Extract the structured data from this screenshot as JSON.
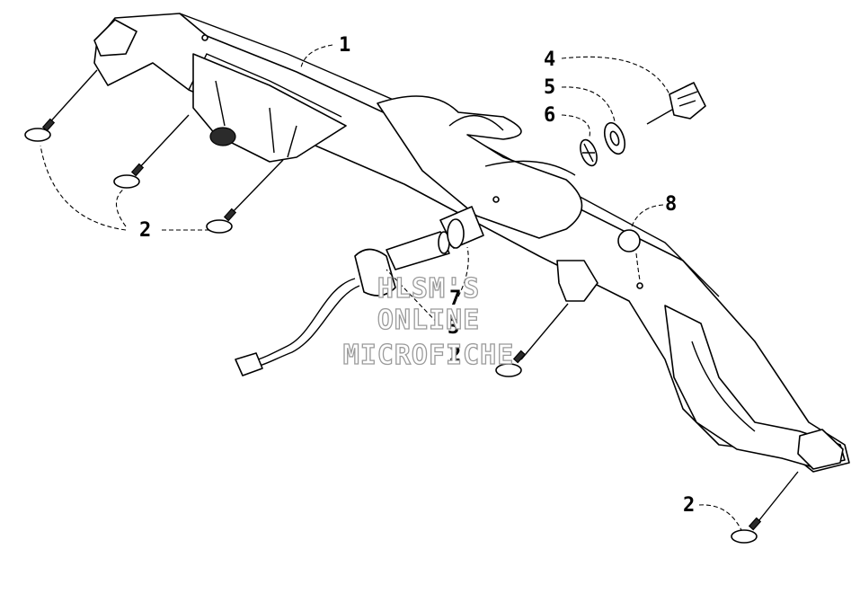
{
  "callouts": {
    "c1": "1",
    "c2_top": "2",
    "c2_mid": "2",
    "c2_bottom": "2",
    "c3": "3",
    "c4": "4",
    "c5": "5",
    "c6": "6",
    "c7": "7",
    "c8": "8"
  },
  "watermark": {
    "line1": "HLSM'S",
    "line2": "ONLINE",
    "line3": "MICROFICHE"
  }
}
